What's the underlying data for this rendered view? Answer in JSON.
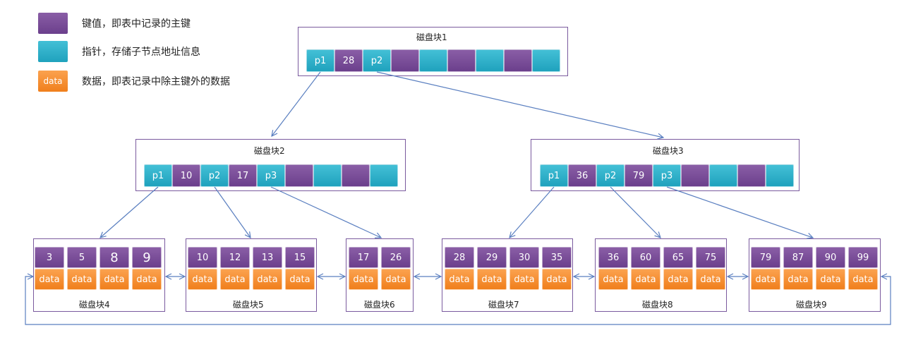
{
  "legend": {
    "key_text": "键值，即表中记录的主键",
    "pointer_text": "指针，存储子节点地址信息",
    "data_swatch": "data",
    "data_text": "数据，即表记录中除主键外的数据"
  },
  "blocks": {
    "b1": {
      "title": "磁盘块1",
      "p1": "p1",
      "k1": "28",
      "p2": "p2"
    },
    "b2": {
      "title": "磁盘块2",
      "p1": "p1",
      "k1": "10",
      "p2": "p2",
      "k2": "17",
      "p3": "p3"
    },
    "b3": {
      "title": "磁盘块3",
      "p1": "p1",
      "k1": "36",
      "p2": "p2",
      "k2": "79",
      "p3": "p3"
    },
    "b4": {
      "title": "磁盘块4",
      "keys": [
        "3",
        "5",
        "8",
        "9"
      ]
    },
    "b5": {
      "title": "磁盘块5",
      "keys": [
        "10",
        "12",
        "13",
        "15"
      ]
    },
    "b6": {
      "title": "磁盘块6",
      "keys": [
        "17",
        "26"
      ]
    },
    "b7": {
      "title": "磁盘块7",
      "keys": [
        "28",
        "29",
        "30",
        "35"
      ]
    },
    "b8": {
      "title": "磁盘块8",
      "keys": [
        "36",
        "60",
        "65",
        "75"
      ]
    },
    "b9": {
      "title": "磁盘块9",
      "keys": [
        "79",
        "87",
        "90",
        "99"
      ]
    }
  },
  "data_label": "data",
  "colors": {
    "key": "#6b3f8c",
    "pointer": "#1fa2bd",
    "data": "#f07f1c",
    "arrow": "#5a7fc0",
    "border": "#7a5a9e"
  }
}
